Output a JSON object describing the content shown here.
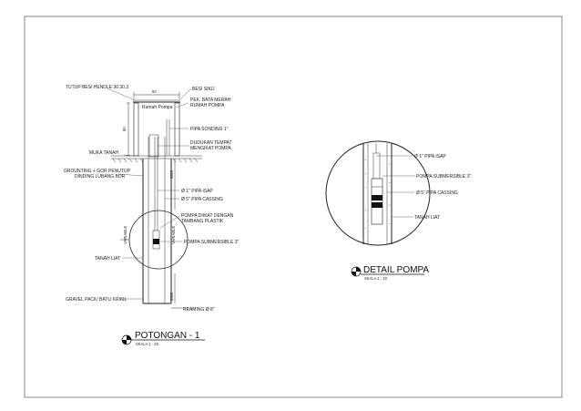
{
  "section": {
    "title": "POTONGAN - 1",
    "scale": "SKALA 1 : 20",
    "labels": {
      "tutup_besi": "TUTUP BESI HENDLE 30.30.3",
      "besi_siku": "BESI SIKU",
      "rumah_pompa": "Rumah Pompa",
      "pek_bata": "PEK. BATA MERAH",
      "pek_bata_2": "RUMAH POMPA",
      "pipa_sonding": "PIPA SONDING 1\"",
      "dudukan": "DUDUKAN TEMPAT",
      "dudukan_2": "MENGIKAT POMPA",
      "muka_tanah": "MUKA TANAH",
      "grounting": "GROUNTING + GOR PENUTUP",
      "grounting_2": "DINDING LUBANG BOR",
      "pipa_isap": "Ø 1\" PIPA ISAP",
      "pipa_casing": "Ø 5\" PIPA CASSING",
      "pompa_diikat": "POMPA DIIKAT DENGAN",
      "pompa_diikat_2": "TAMBANG PLASTIK",
      "pompa_submersible": "POMPA SUBMERSIBLE 3\"",
      "tanah_liat": "TANAH LIAT",
      "gravel": "GRAVEL PACK/ BATU KRIKIL",
      "reaming": "REAMING Ø 8\""
    },
    "dims": {
      "width_top": "60",
      "height_house": "80",
      "depth_a": "3000",
      "depth_b": "3000",
      "variable_left": "VARIABLE",
      "variable_inner": "VARIABLE"
    }
  },
  "detail": {
    "title": "DETAIL POMPA",
    "scale": "SKALA 1 : 10",
    "labels": {
      "pipa_isap": "Ø 1\" PIPA ISAP",
      "pompa_submersible": "POMPA SUBMERSIBLE 3\"",
      "pipa_casing": "Ø 5\" PIPA CASSING",
      "tanah_liat": "TANAH LIAT"
    }
  }
}
